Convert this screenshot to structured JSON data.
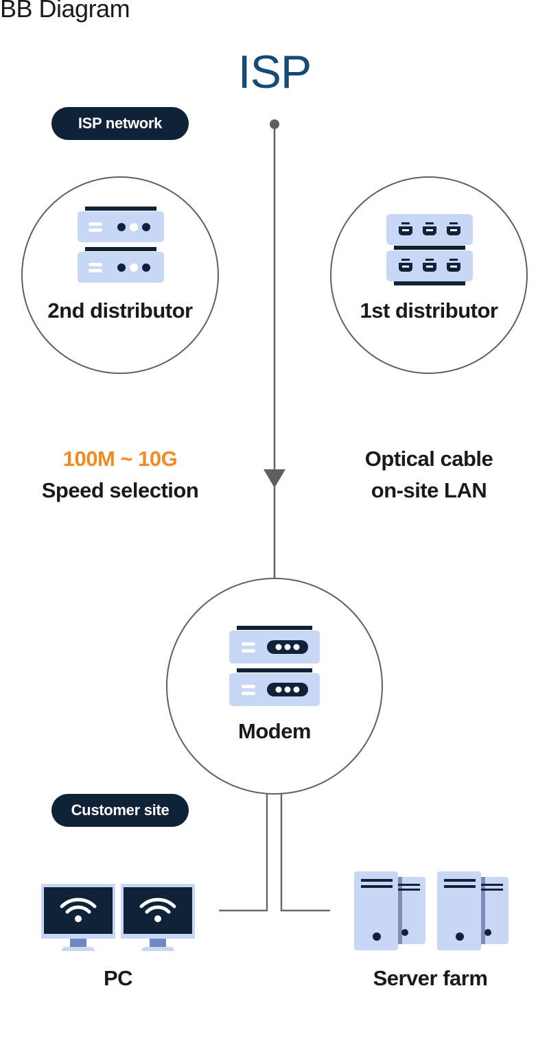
{
  "page": {
    "title": "BB Diagram"
  },
  "diagram": {
    "heading": "ISP",
    "colors": {
      "heading": "#144a78",
      "pill_bg": "#0f2238",
      "accent_orange": "#f28a24",
      "device_light": "#c8d7f5",
      "device_dark": "#0f2238",
      "connector": "#5f5f5f"
    },
    "sections": {
      "isp_network": "ISP network",
      "customer_site": "Customer site"
    },
    "nodes": {
      "second_distributor": {
        "label": "2nd distributor",
        "icon": "server-rack-icon"
      },
      "first_distributor": {
        "label": "1st distributor",
        "icon": "network-switch-icon"
      },
      "modem": {
        "label": "Modem",
        "icon": "modem-icon"
      },
      "pc": {
        "label": "PC",
        "icon": "wifi-monitor-icon"
      },
      "server_farm": {
        "label": "Server farm",
        "icon": "tower-server-icon"
      }
    },
    "speed": {
      "range": "100M ~ 10G",
      "caption": "Speed selection"
    },
    "cable": {
      "line1": "Optical cable",
      "line2": "on-site LAN"
    }
  }
}
